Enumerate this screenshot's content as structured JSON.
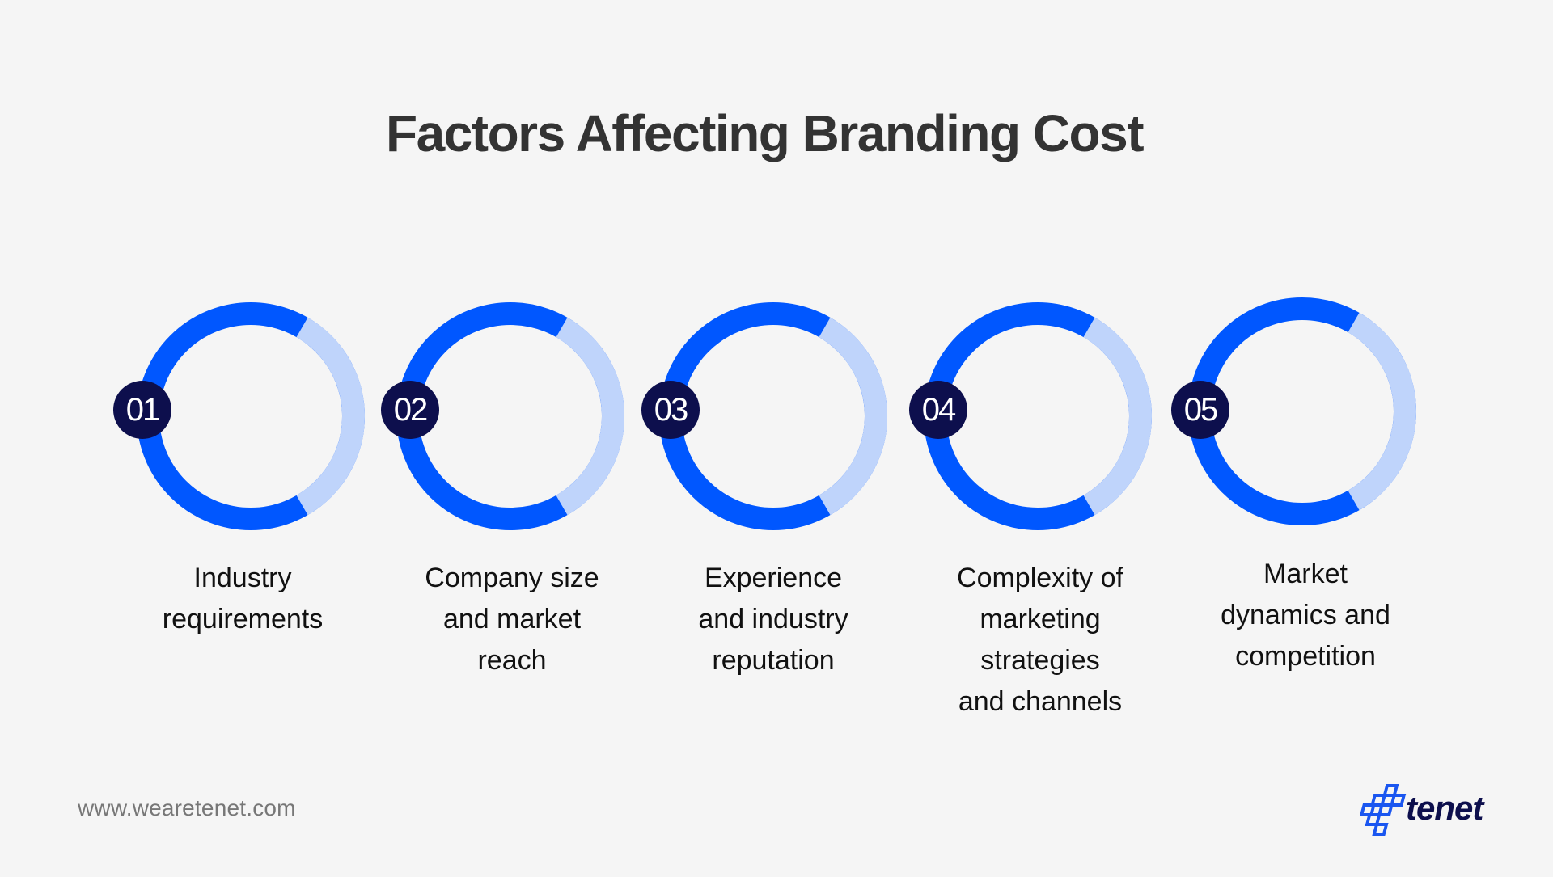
{
  "title": "Factors Affecting Branding Cost",
  "colors": {
    "background": "#f5f5f5",
    "ring_primary": "#0057ff",
    "ring_secondary": "#bfd4fb",
    "badge": "#0d0f4d",
    "title": "#333333",
    "url": "#777777"
  },
  "factors": [
    {
      "number": "01",
      "lines": [
        "Industry",
        "requirements"
      ]
    },
    {
      "number": "02",
      "lines": [
        "Company size",
        "and market",
        "reach"
      ]
    },
    {
      "number": "03",
      "lines": [
        "Experience",
        "and industry",
        "reputation"
      ]
    },
    {
      "number": "04",
      "lines": [
        "Complexity of",
        "marketing",
        "strategies",
        "and channels"
      ]
    },
    {
      "number": "05",
      "lines": [
        "Market",
        "dynamics and",
        "competition"
      ]
    }
  ],
  "footer": {
    "url": "www.wearetenet.com",
    "logo_text": "tenet",
    "logo_icon": "tenet-grid-logo-icon"
  }
}
